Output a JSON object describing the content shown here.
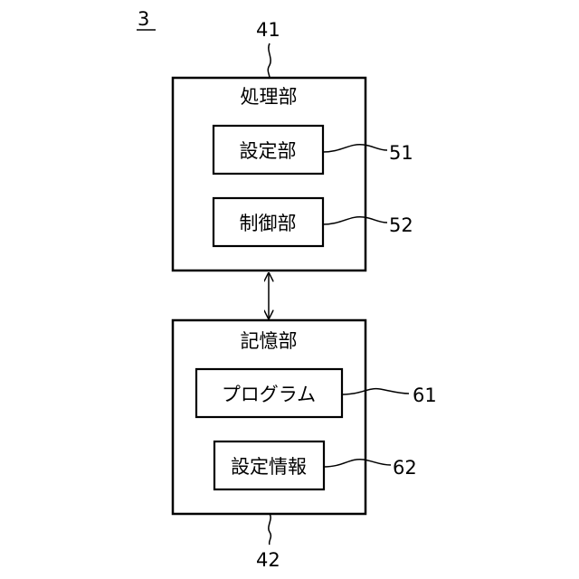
{
  "figure_label": "3",
  "top_block": {
    "ref": "41",
    "title": "処理部",
    "items": [
      {
        "ref": "51",
        "label": "設定部"
      },
      {
        "ref": "52",
        "label": "制御部"
      }
    ]
  },
  "bottom_block": {
    "ref": "42",
    "title": "記憶部",
    "items": [
      {
        "ref": "61",
        "label": "プログラム"
      },
      {
        "ref": "62",
        "label": "設定情報"
      }
    ]
  }
}
